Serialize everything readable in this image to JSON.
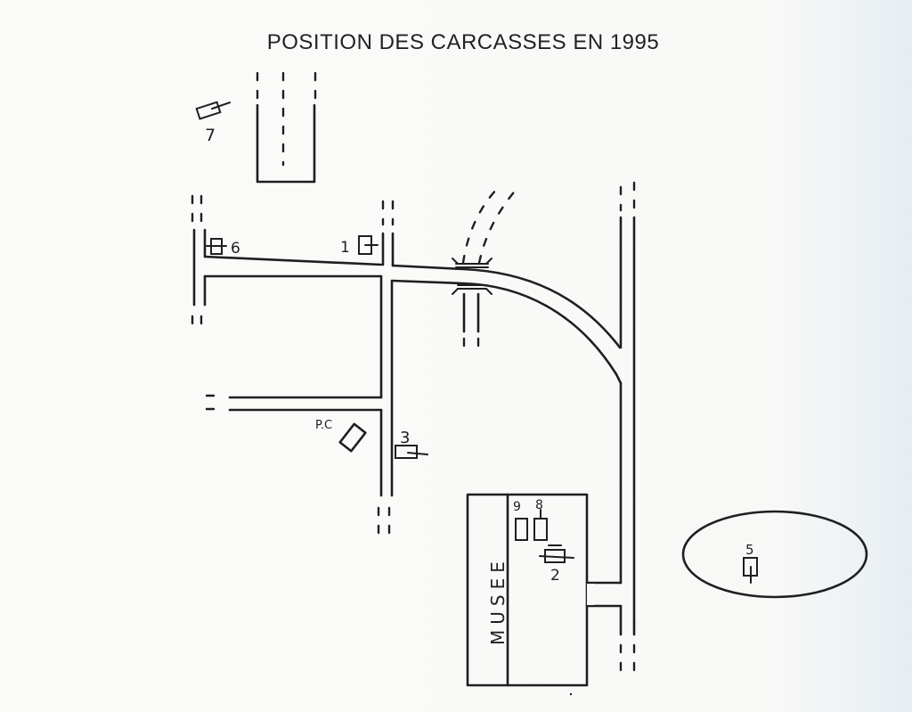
{
  "title": "POSITION DES CARCASSES EN 1995",
  "museum_label": "MUSEE",
  "pc_label": "P.C",
  "carcasses": [
    {
      "number": "1"
    },
    {
      "number": "2"
    },
    {
      "number": "3"
    },
    {
      "number": "5"
    },
    {
      "number": "6"
    },
    {
      "number": "7"
    },
    {
      "number": "8"
    },
    {
      "number": "9"
    }
  ]
}
